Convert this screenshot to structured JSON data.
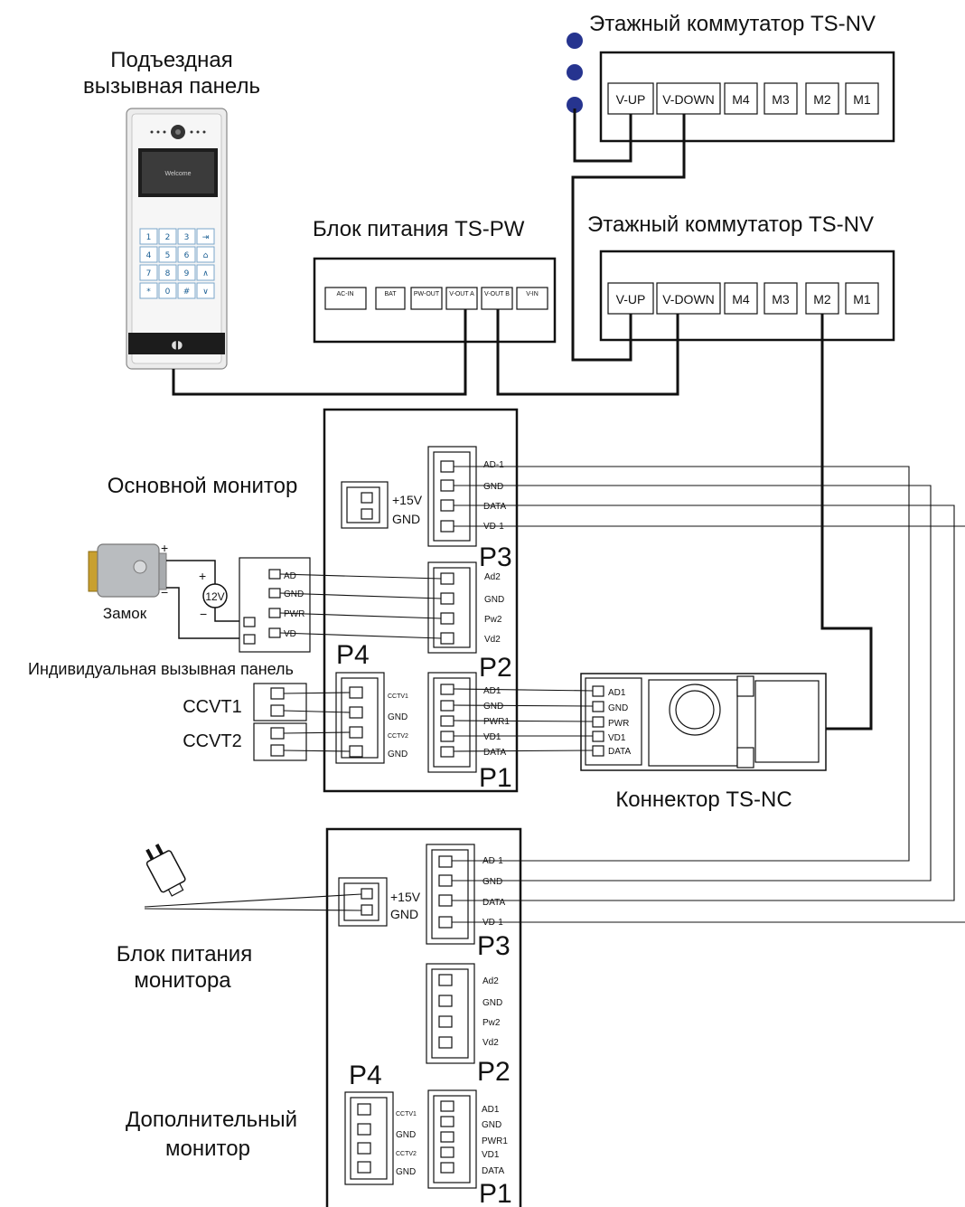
{
  "titles": {
    "floor_switch_top": "Этажный коммутатор TS-NV",
    "floor_switch_mid": "Этажный коммутатор TS-NV",
    "entrance_panel_1": "Подъездная",
    "entrance_panel_2": "вызывная панель",
    "power_unit": "Блок питания TS-PW",
    "main_monitor": "Основной монитор",
    "lock": "Замок",
    "individual_panel": "Индивидуальная вызывная панель",
    "cctv1": "CCVT1",
    "cctv2": "CCVT2",
    "connector": "Коннектор TS-NC",
    "monitor_psu_1": "Блок питания",
    "monitor_psu_2": "монитора",
    "extra_monitor_1": "Дополнительный",
    "extra_monitor_2": "монитор"
  },
  "switch_ports": [
    "V-UP",
    "V-DOWN",
    "M4",
    "M3",
    "M2",
    "M1"
  ],
  "psu_ports": [
    "AC-IN",
    "BAT",
    "PW-OUT",
    "V-OUT A",
    "V-OUT B",
    "V-IN"
  ],
  "panel": {
    "screen": "Welcome",
    "keys": [
      "1",
      "2",
      "3",
      "⇥",
      "4",
      "5",
      "6",
      "⌂",
      "7",
      "8",
      "9",
      "∧",
      "*",
      "0",
      "#",
      "∨"
    ]
  },
  "connectors": {
    "p1": "P1",
    "p2": "P2",
    "p3": "P3",
    "p4": "P4",
    "p3_pins": [
      "AD-1",
      "GND",
      "DATA",
      "VD-1"
    ],
    "p2_pins": [
      "Ad2",
      "GND",
      "Pw2",
      "Vd2"
    ],
    "p1_pins": [
      "AD1",
      "GND",
      "PWR1",
      "VD1",
      "DATA"
    ],
    "p4_pins": [
      "CCTV1",
      "GND",
      "CCTV2",
      "GND"
    ],
    "power_plus": "+15V",
    "power_gnd": "GND"
  },
  "lock_marks": {
    "plus": "+",
    "minus": "−",
    "voltage": "12V"
  },
  "door_panel_pins": [
    "AD",
    "GND",
    "PWR",
    "VD"
  ],
  "nc_pins": [
    "AD1",
    "GND",
    "PWR",
    "VD1",
    "DATA"
  ]
}
